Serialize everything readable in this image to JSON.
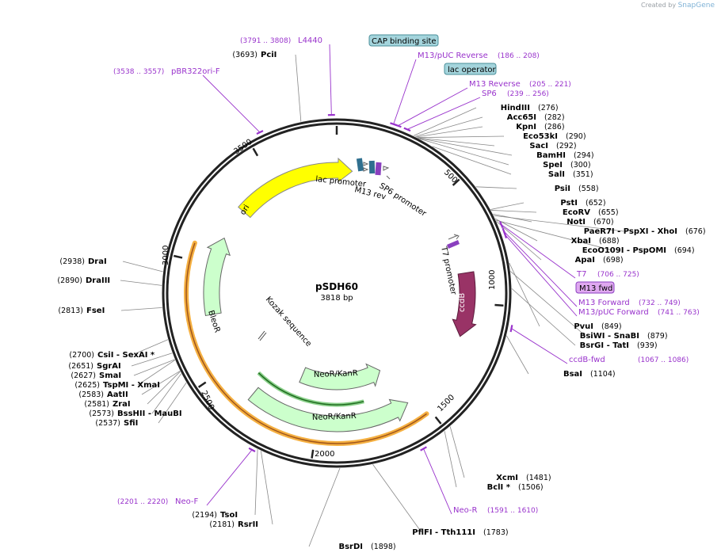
{
  "credit": {
    "prefix": "Created by",
    "brand": "SnapGene"
  },
  "plasmid": {
    "name": "pSDH60",
    "size": "3818 bp"
  },
  "ticks": [
    "500",
    "1000",
    "1500",
    "2000",
    "2500",
    "3000",
    "3500"
  ],
  "enzymes": [
    {
      "name": "PciI",
      "pos": "(3693)"
    },
    {
      "name": "HindIII",
      "pos": "(276)"
    },
    {
      "name": "Acc65I",
      "pos": "(282)"
    },
    {
      "name": "KpnI",
      "pos": "(286)"
    },
    {
      "name": "Eco53kI",
      "pos": "(290)"
    },
    {
      "name": "SacI",
      "pos": "(292)"
    },
    {
      "name": "BamHI",
      "pos": "(294)"
    },
    {
      "name": "SpeI",
      "pos": "(300)"
    },
    {
      "name": "SalI",
      "pos": "(351)"
    },
    {
      "name": "PsiI",
      "pos": "(558)"
    },
    {
      "name": "PstI",
      "pos": "(652)"
    },
    {
      "name": "EcoRV",
      "pos": "(655)"
    },
    {
      "name": "NotI",
      "pos": "(670)"
    },
    {
      "name": "PaeR7I - PspXI - XhoI",
      "pos": "(676)"
    },
    {
      "name": "XbaI",
      "pos": "(688)"
    },
    {
      "name": "EcoO109I - PspOMI",
      "pos": "(694)"
    },
    {
      "name": "ApaI",
      "pos": "(698)"
    },
    {
      "name": "PvuI",
      "pos": "(849)"
    },
    {
      "name": "BsiWI - SnaBI",
      "pos": "(879)"
    },
    {
      "name": "BsrGI - TatI",
      "pos": "(939)"
    },
    {
      "name": "BsaI",
      "pos": "(1104)"
    },
    {
      "name": "XcmI",
      "pos": "(1481)"
    },
    {
      "name": "BclI *",
      "pos": "(1506)"
    },
    {
      "name": "PflFI - Tth111I",
      "pos": "(1783)"
    },
    {
      "name": "BsrDI",
      "pos": "(1898)"
    },
    {
      "name": "TsoI",
      "pos": "(2194)"
    },
    {
      "name": "RsrII",
      "pos": "(2181)"
    },
    {
      "name": "SfiI",
      "pos": "(2537)"
    },
    {
      "name": "BssHII - MauBI",
      "pos": "(2573)"
    },
    {
      "name": "ZraI",
      "pos": "(2581)"
    },
    {
      "name": "AatII",
      "pos": "(2583)"
    },
    {
      "name": "TspMI - XmaI",
      "pos": "(2625)"
    },
    {
      "name": "SmaI",
      "pos": "(2627)"
    },
    {
      "name": "SgrAI",
      "pos": "(2651)"
    },
    {
      "name": "CsiI - SexAI *",
      "pos": "(2700)"
    },
    {
      "name": "FseI",
      "pos": "(2813)"
    },
    {
      "name": "DraIII",
      "pos": "(2890)"
    },
    {
      "name": "DraI",
      "pos": "(2938)"
    }
  ],
  "primers": [
    {
      "name": "L4440",
      "range": "(3791 .. 3808)"
    },
    {
      "name": "pBR322ori-F",
      "range": "(3538 .. 3557)"
    },
    {
      "name": "M13/pUC Reverse",
      "range": "(186 .. 208)"
    },
    {
      "name": "M13 Reverse",
      "range": "(205 .. 221)"
    },
    {
      "name": "SP6",
      "range": "(239 .. 256)"
    },
    {
      "name": "T7",
      "range": "(706 .. 725)"
    },
    {
      "name": "M13 Forward",
      "range": "(732 .. 749)"
    },
    {
      "name": "M13/pUC Forward",
      "range": "(741 .. 763)"
    },
    {
      "name": "ccdB-fwd",
      "range": "(1067 .. 1086)"
    },
    {
      "name": "Neo-R",
      "range": "(1591 .. 1610)"
    },
    {
      "name": "Neo-F",
      "range": "(2201 .. 2220)"
    }
  ],
  "boxed": [
    {
      "name": "CAP binding site"
    },
    {
      "name": "lac operator"
    },
    {
      "name": "M13 fwd"
    }
  ],
  "features": {
    "ori": "ori",
    "bleor": "BleoR",
    "neor1": "NeoR/KanR",
    "neor2": "NeoR/KanR",
    "ccdb": "ccdB",
    "kozak": "Kozak sequence",
    "lacp": "lac promoter",
    "m13rev": "M13 rev",
    "sp6p": "SP6 promoter",
    "t7p": "T7 promoter"
  },
  "colors": {
    "ori": "#ffff00",
    "resistance": "#ccffcc",
    "ccdb": "#993366",
    "primer": "#9933cc",
    "cap_box": "#a4d4dc",
    "mfwd_box": "#dfa8f0",
    "orange": "#f5b041",
    "green": "#2e8b2e"
  }
}
